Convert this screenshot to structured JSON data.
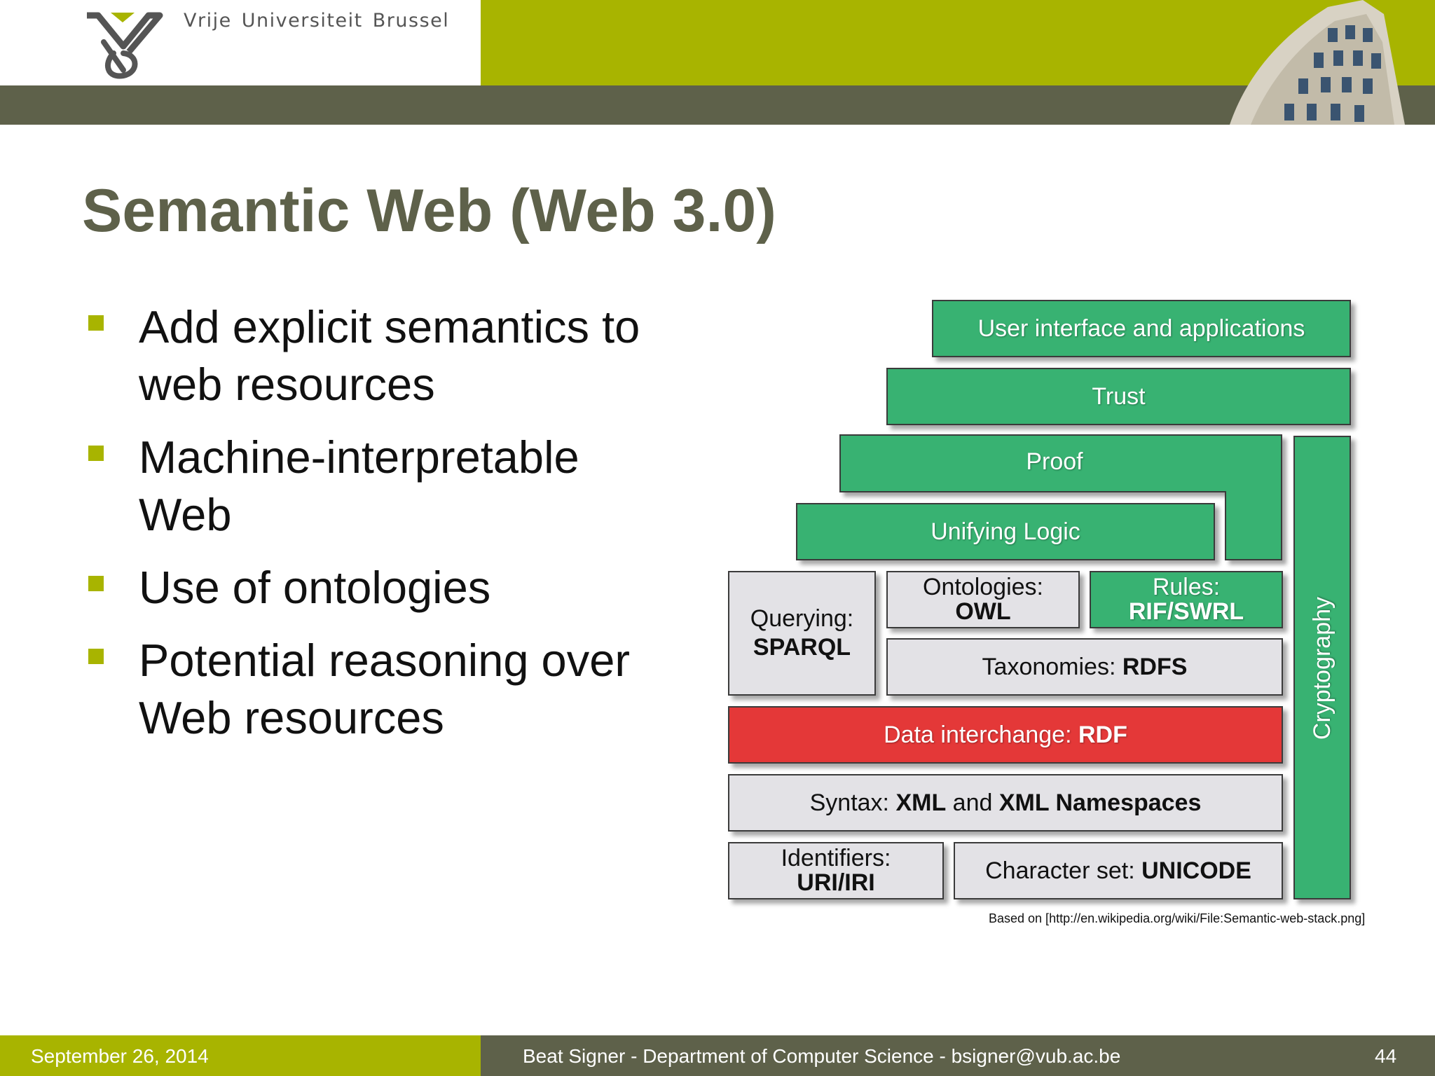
{
  "header": {
    "university": "Vrije Universiteit Brussel"
  },
  "slide": {
    "title": "Semantic Web (Web 3.0)",
    "bullets": [
      "Add explicit semantics to web resources",
      "Machine-interpretable Web",
      "Use of ontologies",
      "Potential reasoning over Web resources"
    ]
  },
  "diagram": {
    "ui": "User interface and applications",
    "trust": "Trust",
    "proof": "Proof",
    "logic": "Unifying Logic",
    "querying": {
      "label": "Querying:",
      "value": "SPARQL"
    },
    "ontologies": {
      "label": "Ontologies:",
      "value": "OWL"
    },
    "rules": {
      "label": "Rules:",
      "value": "RIF/SWRL"
    },
    "taxonomies": {
      "label": "Taxonomies: ",
      "value": "RDFS"
    },
    "data": {
      "label": "Data interchange: ",
      "value": "RDF"
    },
    "syntax": {
      "label": "Syntax: ",
      "value1": "XML",
      "mid": " and ",
      "value2": "XML Namespaces"
    },
    "identifiers": {
      "label": "Identifiers:",
      "value": "URI/IRI"
    },
    "charset": {
      "label": "Character set: ",
      "value": "UNICODE"
    },
    "crypto": "Cryptography",
    "credit": "Based on [http://en.wikipedia.org/wiki/File:Semantic-web-stack.png]",
    "colors": {
      "green": "#38b272",
      "grey": "#e3e2e6",
      "red": "#e43838"
    }
  },
  "footer": {
    "date": "September 26, 2014",
    "author": "Beat Signer - Department of Computer Science - bsigner@vub.ac.be",
    "page": "44"
  },
  "theme": {
    "olive": "#a8b400",
    "dark": "#5e614a"
  }
}
